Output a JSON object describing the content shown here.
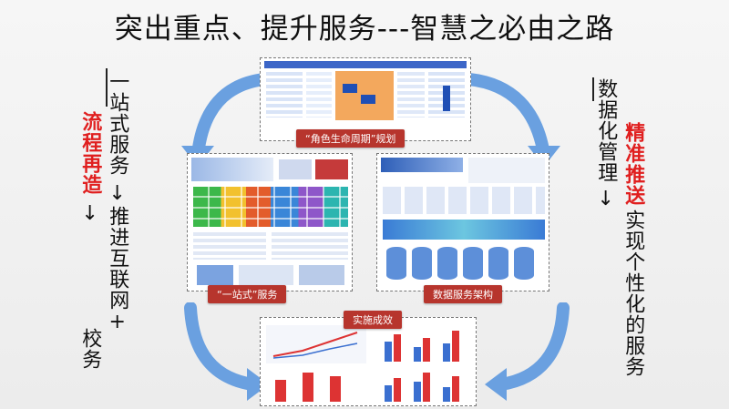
{
  "slide": {
    "title": "突出重点、提升服务---智慧之必由之路"
  },
  "left": {
    "line1": "一站式服务",
    "arrow1": "↓",
    "red_text": "流程再造",
    "arrow2": "↓",
    "line2a": "推进互联网+",
    "line2b": "校务"
  },
  "right": {
    "line1": "数据化管理",
    "arrow1": "↓",
    "red_text": "精准推送",
    "line2": "实现个性化的服务"
  },
  "panels": {
    "top_label": "“角色生命周期”规划",
    "left_label": "“一站式”服务",
    "right_label": "数据服务架构",
    "bottom_label": "实施成效"
  },
  "colors": {
    "arrow_blue": "#6aa0e0",
    "label_red": "#b7352d",
    "accent_red": "#e01f1f"
  }
}
